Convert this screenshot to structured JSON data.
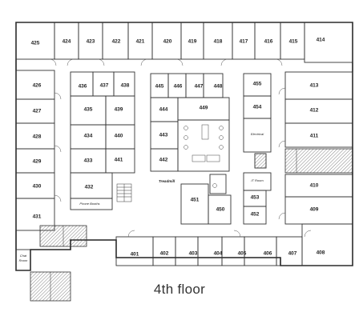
{
  "floor_label": "4th floor",
  "rooms": {
    "r425": "425",
    "r424": "424",
    "r423": "423",
    "r422": "422",
    "r421": "421",
    "r420": "420",
    "r419": "419",
    "r418": "418",
    "r417": "417",
    "r416": "416",
    "r415": "415",
    "r414": "414",
    "r426": "426",
    "r427": "427",
    "r428": "428",
    "r429": "429",
    "r430": "430",
    "r431": "431",
    "r436": "436",
    "r437": "437",
    "r438": "438",
    "r435": "435",
    "r439": "439",
    "r434": "434",
    "r440": "440",
    "r433": "433",
    "r441": "441",
    "r432": "432",
    "r445": "445",
    "r446": "446",
    "r447": "447",
    "r448": "448",
    "r444": "444",
    "r449": "449",
    "r443": "443",
    "r442": "442",
    "r451": "451",
    "r450": "450",
    "r455": "455",
    "r454": "454",
    "r453": "453",
    "r452": "452",
    "r413": "413",
    "r412": "412",
    "r411": "411",
    "r410": "410",
    "r409": "409",
    "r401": "401",
    "r402": "402",
    "r403": "403",
    "r404": "404",
    "r405": "405",
    "r406": "406",
    "r407": "407",
    "r408": "408"
  },
  "areas": {
    "phone_booths": "Phone Booths",
    "treadmill": "Treadmill",
    "electrical": "Electrical",
    "it_room": "IT Room",
    "chat_room_line1": "Chat",
    "chat_room_line2": "Room"
  }
}
